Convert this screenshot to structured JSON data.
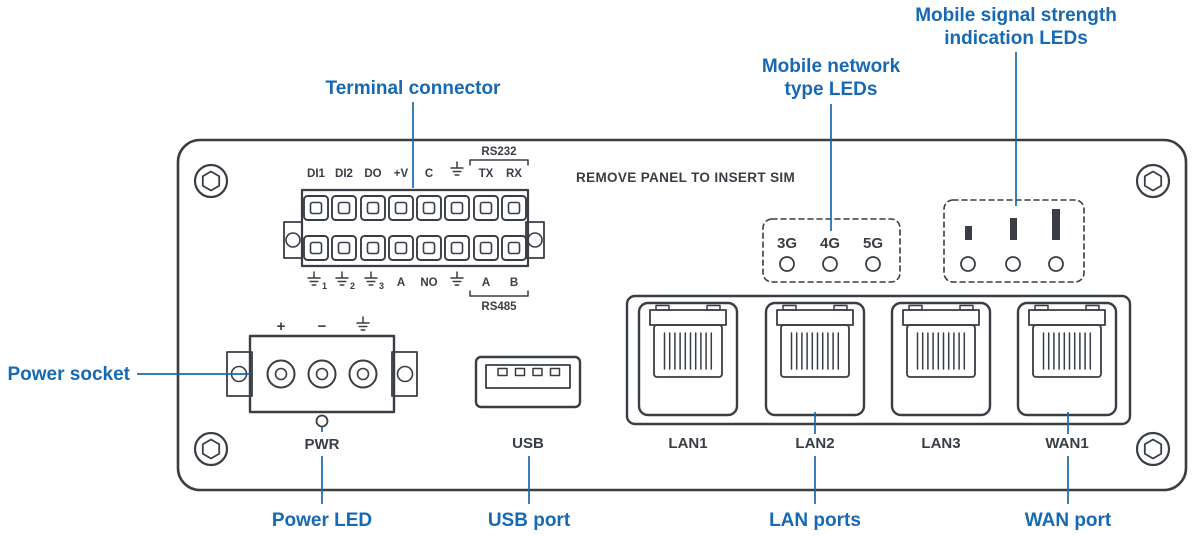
{
  "colors": {
    "accent_blue": "#1769b3",
    "diagram_ink": "#383e44",
    "background": "#ffffff"
  },
  "callouts": {
    "terminal_connector": "Terminal connector",
    "mobile_network_line1": "Mobile network",
    "mobile_network_line2": "type LEDs",
    "signal_strength_line1": "Mobile signal strength",
    "signal_strength_line2": "indication LEDs",
    "power_socket": "Power socket",
    "power_led": "Power LED",
    "usb_port": "USB port",
    "lan_ports": "LAN ports",
    "wan_port": "WAN port"
  },
  "panel": {
    "sim_note": "REMOVE PANEL TO INSERT SIM",
    "terminal_connector": {
      "top_labels": [
        "DI1",
        "DI2",
        "DO",
        "+V",
        "C",
        null,
        "TX",
        "RX"
      ],
      "bottom_labels": [
        null,
        null,
        null,
        "A",
        "NO",
        null,
        "A",
        "B"
      ],
      "ground_subscripts": [
        "1",
        "2",
        "3"
      ],
      "rs232_label": "RS232",
      "rs485_label": "RS485"
    },
    "mobile_network_leds": {
      "labels": [
        "3G",
        "4G",
        "5G"
      ]
    },
    "power_socket": {
      "plus_label": "+",
      "minus_label": "−"
    },
    "power_led_label": "PWR",
    "usb_label": "USB",
    "port_labels": [
      "LAN1",
      "LAN2",
      "LAN3",
      "WAN1"
    ]
  }
}
